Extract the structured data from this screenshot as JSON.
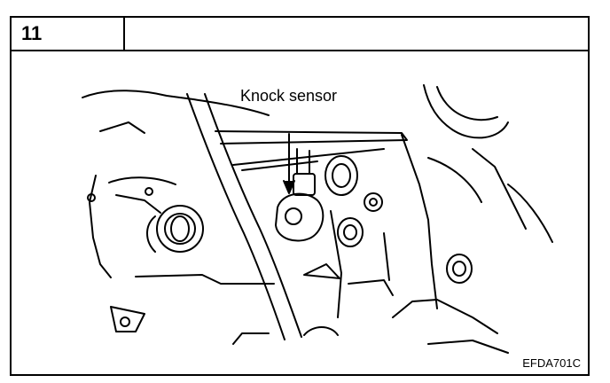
{
  "step": {
    "number": "11",
    "description": ""
  },
  "figure": {
    "callout_label": "Knock sensor",
    "code": "EFDA701C"
  }
}
